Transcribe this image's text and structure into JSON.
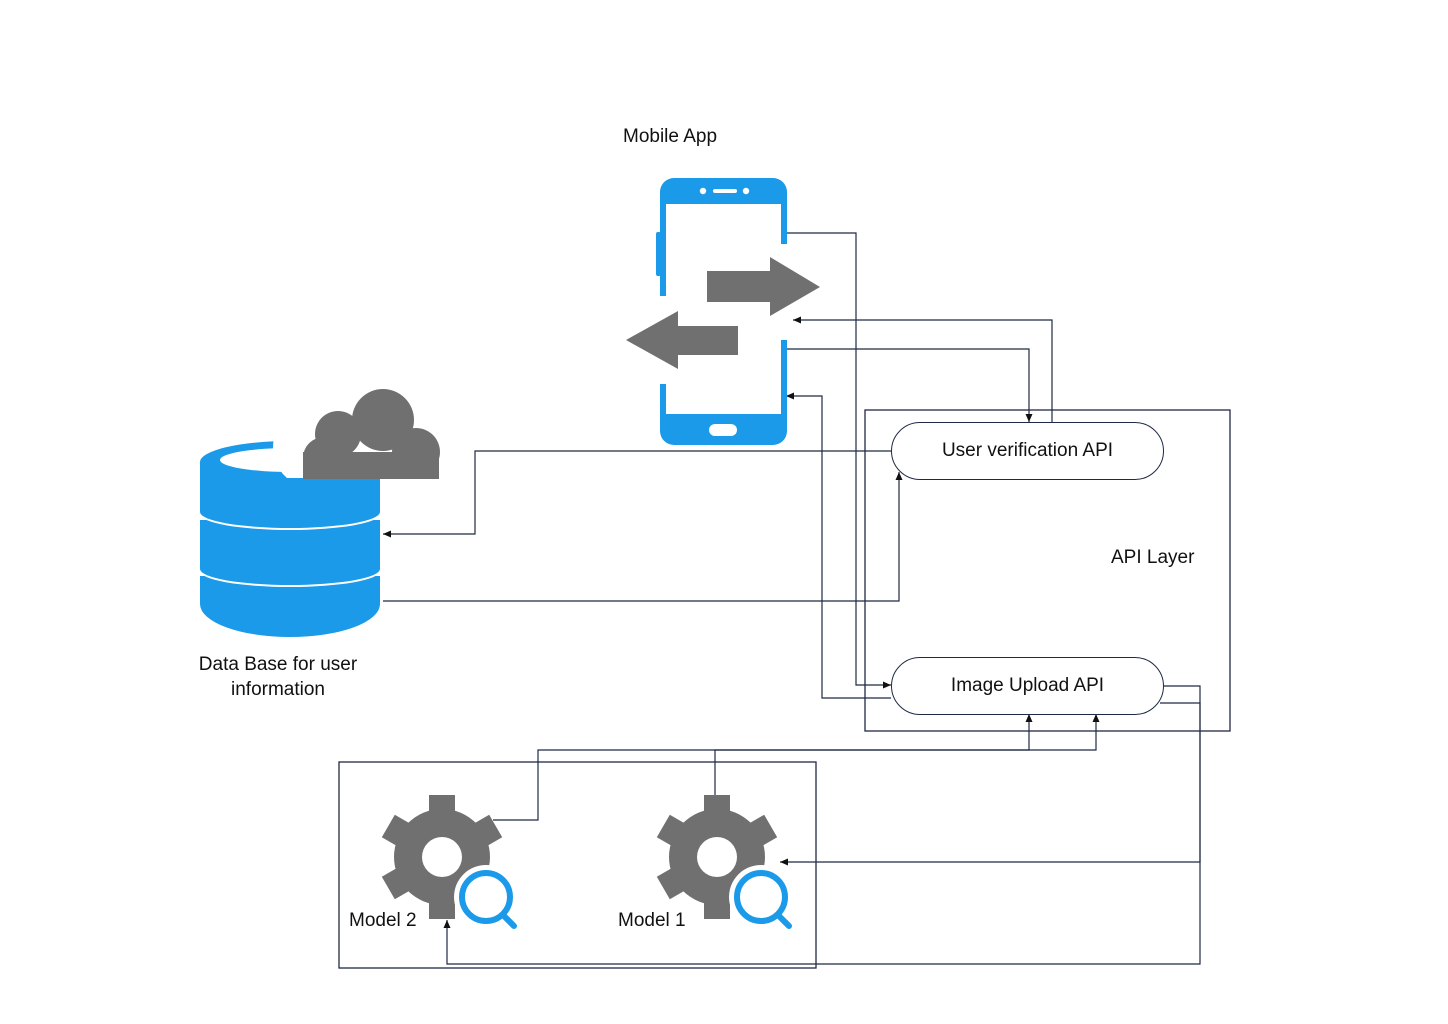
{
  "colors": {
    "accent_blue": "#1a9ae8",
    "icon_gray": "#707070",
    "line_dark": "#1f2a44"
  },
  "nodes": {
    "mobile_app": {
      "label": "Mobile App",
      "icon": "smartphone-transfer-icon"
    },
    "database": {
      "label_line1": "Data Base for user",
      "label_line2": "information",
      "icon": "cloud-database-icon"
    },
    "api_layer": {
      "label": "API Layer"
    },
    "user_verification_api": {
      "label": "User verification API"
    },
    "image_upload_api": {
      "label": "Image Upload API"
    },
    "model_1": {
      "label": "Model 1",
      "icon": "gear-search-icon"
    },
    "model_2": {
      "label": "Model 2",
      "icon": "gear-search-icon"
    }
  },
  "edges": [
    {
      "from": "mobile_app",
      "to": "image_upload_api"
    },
    {
      "from": "user_verification_api",
      "to": "mobile_app"
    },
    {
      "from": "mobile_app",
      "to": "user_verification_api"
    },
    {
      "from": "image_upload_api",
      "to": "mobile_app"
    },
    {
      "from": "user_verification_api",
      "to": "database"
    },
    {
      "from": "database",
      "to": "user_verification_api"
    },
    {
      "from": "model_2",
      "to": "image_upload_api"
    },
    {
      "from": "model_1",
      "to": "image_upload_api"
    },
    {
      "from": "image_upload_api",
      "to": "model_1"
    },
    {
      "from": "image_upload_api",
      "to": "model_2"
    }
  ]
}
